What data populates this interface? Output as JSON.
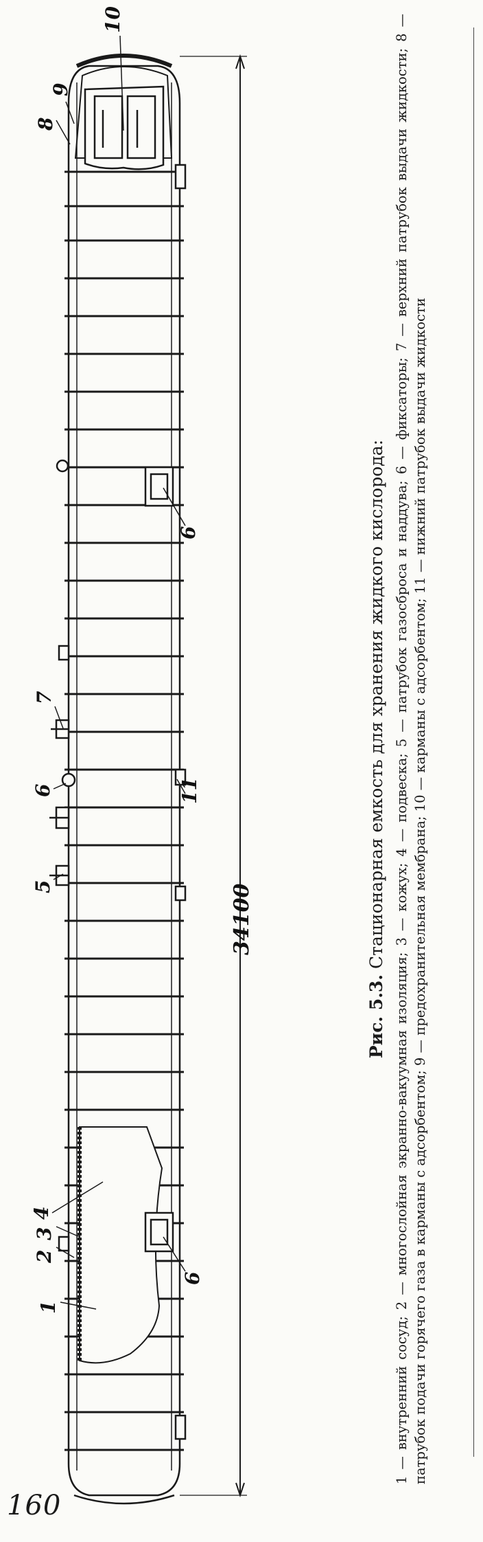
{
  "page_number": "160",
  "figure": {
    "number_label": "Рис. 5.3.",
    "title": "Стационарная емкость для хранения жидкого кислорода:",
    "legend": "1 — внутренний сосуд; 2 — многослойная экранно-вакуумная изоляция; 3 — кожух; 4 — подвеска; 5 — патрубок газосброса и наддува; 6 — фиксаторы; 7 — верхний патрубок выдачи жидкости; 8 — патрубок подачи горячего газа в карманы с адсорбентом; 9 — предохранительная мембрана; 10 — карманы с адсорбентом; 11 — нижний патрубок выдачи жидкости",
    "dimension": "34100",
    "callouts": [
      "1",
      "2",
      "3",
      "4",
      "5",
      "6",
      "6",
      "6",
      "7",
      "8",
      "9",
      "10",
      "11"
    ]
  }
}
